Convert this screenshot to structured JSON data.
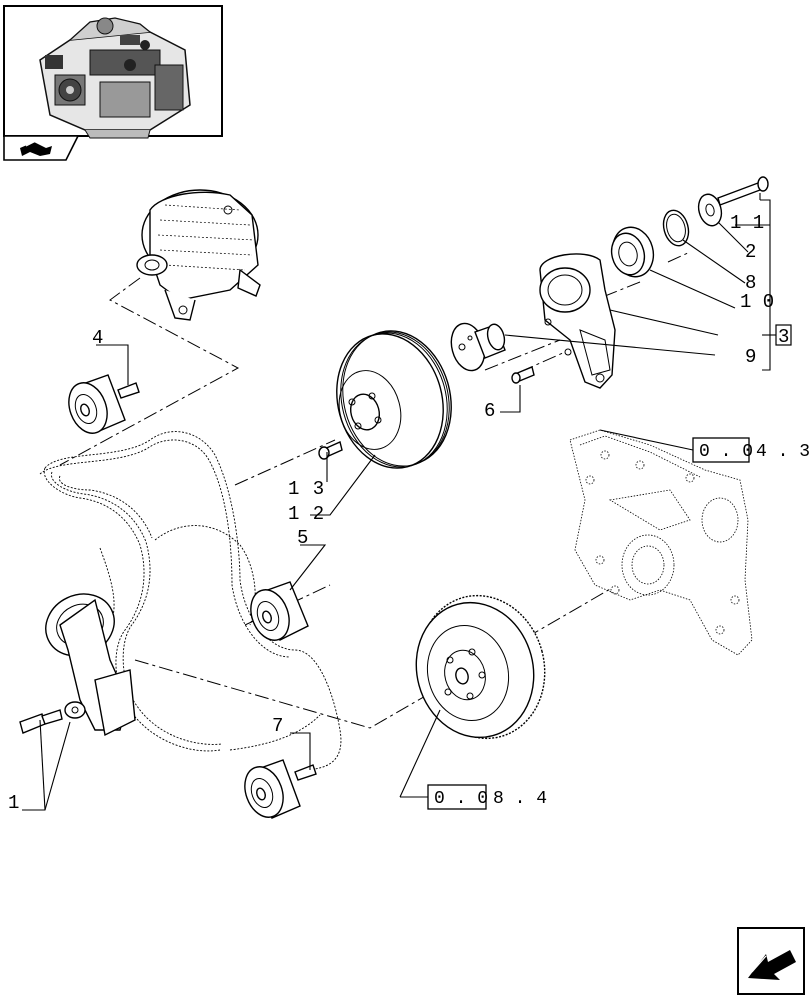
{
  "callouts": {
    "c1": "1",
    "c2": "2",
    "c3": "3",
    "c4": "4",
    "c5": "5",
    "c6": "6",
    "c7": "7",
    "c8": "8",
    "c9": "9",
    "c10": "1 0",
    "c11": "1 1",
    "c12": "1 2",
    "c13": "1 3"
  },
  "references": {
    "ref_a_boxed": "0 . 0",
    "ref_a_rest": "4 . 3",
    "ref_b_boxed": "0 . 0",
    "ref_b_rest": "8 . 4"
  },
  "icons": {
    "thumbnail": "engine-thumbnail-icon",
    "tab": "book-tab-icon",
    "nav": "next-page-arrow-icon"
  }
}
